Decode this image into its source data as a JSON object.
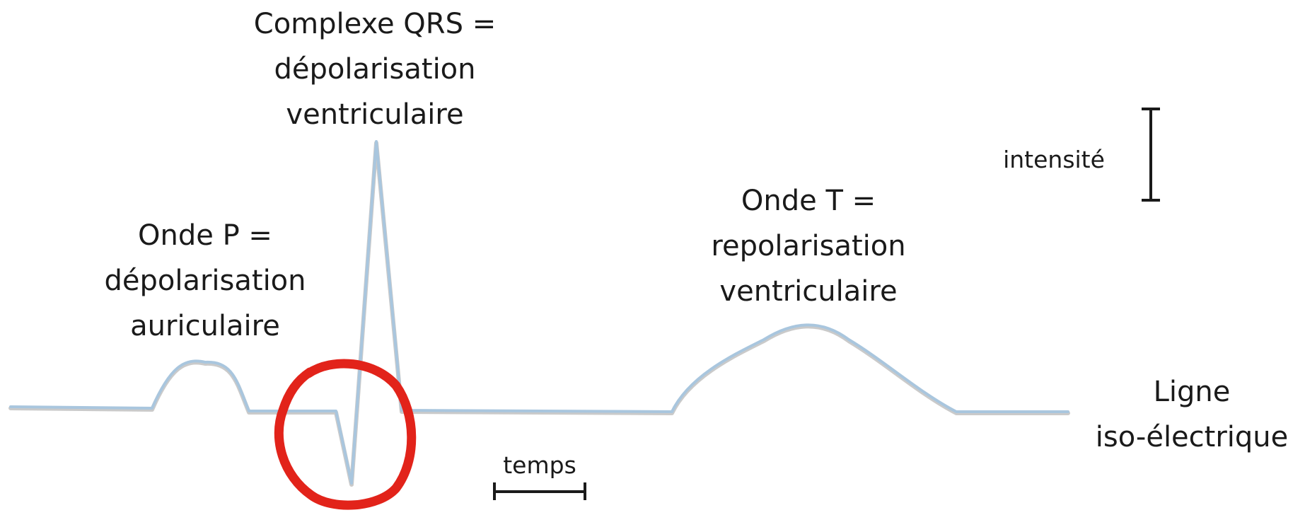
{
  "diagram": {
    "title": "Électrocardiogramme",
    "colors": {
      "trace": "#a9c6de",
      "trace_shadow": "#8a8a8a",
      "highlight_circle": "#e2231a",
      "scale_bar": "#1a1a1a",
      "text": "#1a1a1a"
    },
    "labels": {
      "qrs": {
        "line1": "Complexe QRS =",
        "line2": "dépolarisation",
        "line3": "ventriculaire"
      },
      "p_wave": {
        "line1": "Onde P =",
        "line2": "dépolarisation",
        "line3": "auriculaire"
      },
      "t_wave": {
        "line1": "Onde T =",
        "line2": "repolarisation",
        "line3": "ventriculaire"
      },
      "isoelectric": {
        "line1": "Ligne",
        "line2": "iso-électrique"
      },
      "intensity": "intensité",
      "time": "temps"
    }
  }
}
